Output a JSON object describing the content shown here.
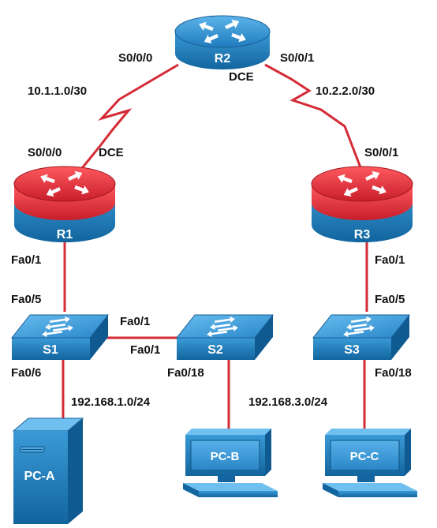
{
  "colors": {
    "link": "#d42b36",
    "device_blue": "#1b7fc0",
    "router_active_top": "#e02a36"
  },
  "devices": {
    "r1": {
      "name": "R1",
      "icon": "router-icon",
      "active": true
    },
    "r2": {
      "name": "R2",
      "icon": "router-icon",
      "active": false
    },
    "r3": {
      "name": "R3",
      "icon": "router-icon",
      "active": true
    },
    "s1": {
      "name": "S1",
      "icon": "switch-icon"
    },
    "s2": {
      "name": "S2",
      "icon": "switch-icon"
    },
    "s3": {
      "name": "S3",
      "icon": "switch-icon"
    },
    "pca": {
      "name": "PC-A",
      "icon": "server-tower-icon"
    },
    "pcb": {
      "name": "PC-B",
      "icon": "desktop-pc-icon"
    },
    "pcc": {
      "name": "PC-C",
      "icon": "desktop-pc-icon"
    }
  },
  "labels": {
    "r2_s000": "S0/0/0",
    "r2_s001": "S0/0/1",
    "r2_dce": "DCE",
    "net_r1_r2": "10.1.1.0/30",
    "net_r2_r3": "10.2.2.0/30",
    "r1_s000": "S0/0/0",
    "r1_dce": "DCE",
    "r3_s001": "S0/0/1",
    "r1_fa01": "Fa0/1",
    "s1_fa05": "Fa0/5",
    "s1_fa01": "Fa0/1",
    "s2_fa01": "Fa0/1",
    "s1_fa06": "Fa0/6",
    "s2_fa018": "Fa0/18",
    "lan_1": "192.168.1.0/24",
    "r3_fa01": "Fa0/1",
    "s3_fa05": "Fa0/5",
    "s3_fa018": "Fa0/18",
    "lan_3": "192.168.3.0/24"
  }
}
